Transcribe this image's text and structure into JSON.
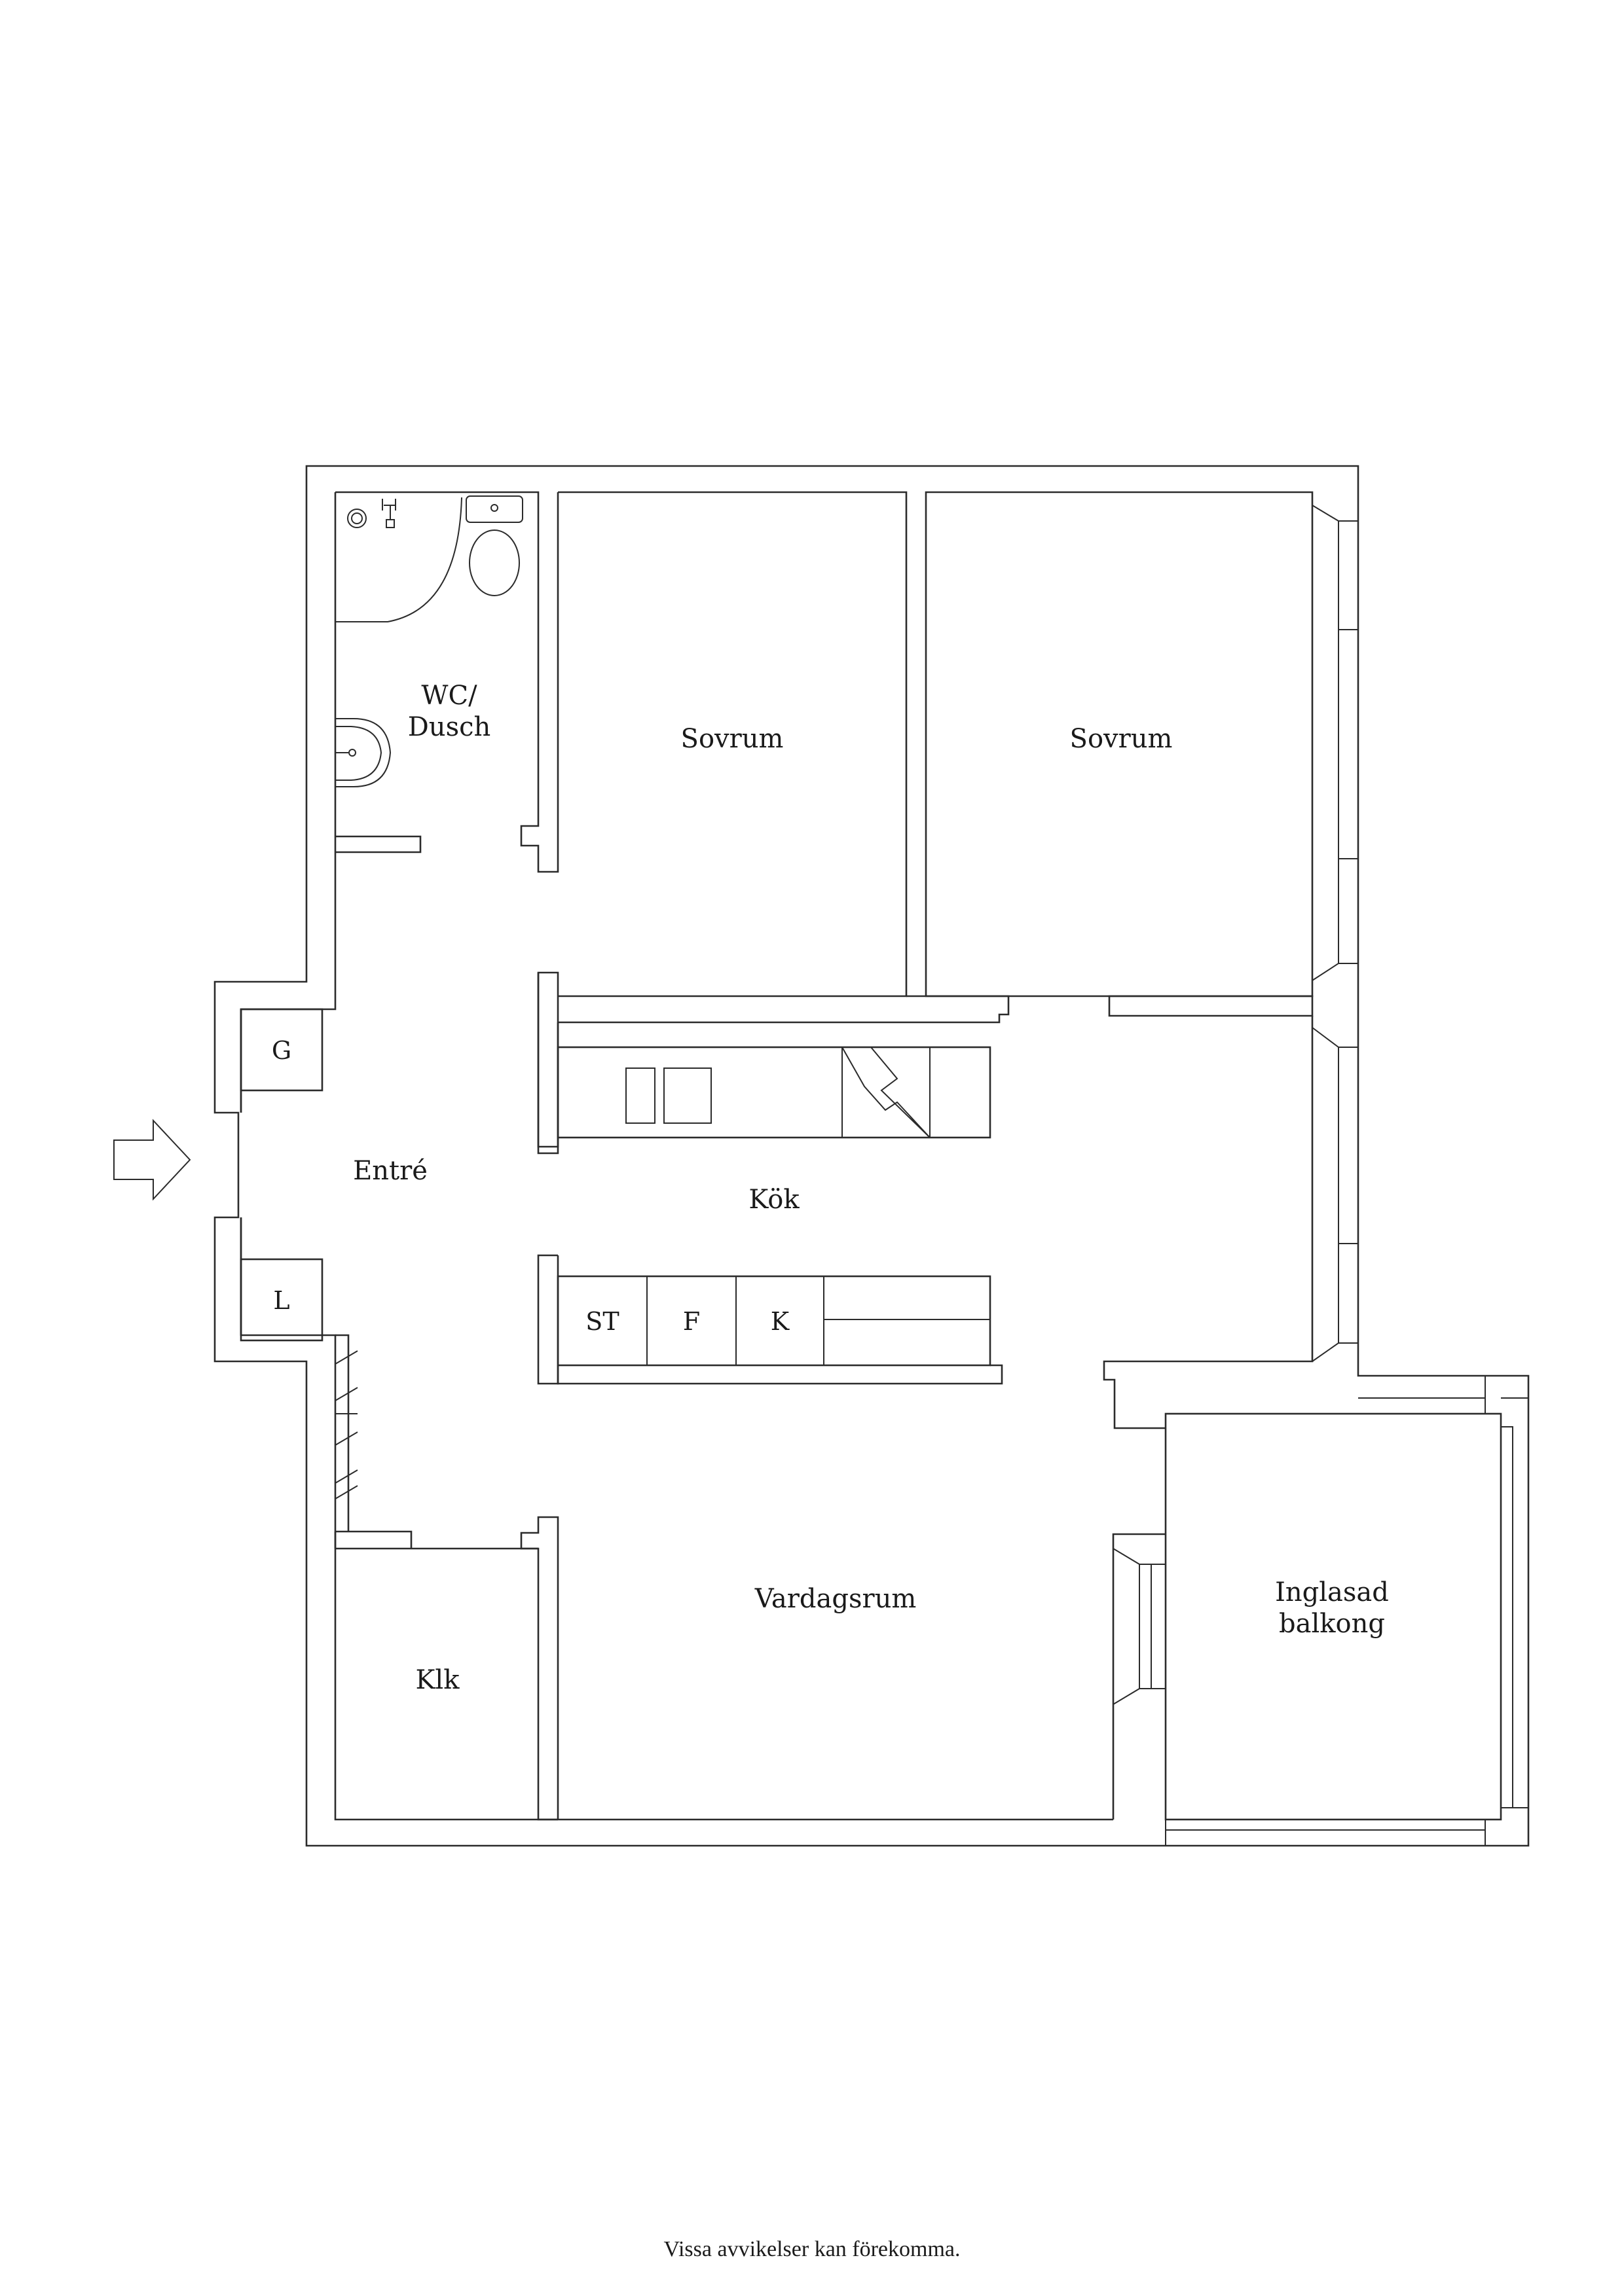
{
  "rooms": {
    "wc_line1": "WC/",
    "wc_line2": "Dusch",
    "sovrum_1": "Sovrum",
    "sovrum_2": "Sovrum",
    "entre": "Entré",
    "kok": "Kök",
    "vardagsrum": "Vardagsrum",
    "klk": "Klk",
    "balkong_line1": "Inglasad",
    "balkong_line2": "balkong"
  },
  "fixtures": {
    "g": "G",
    "l": "L",
    "st": "ST",
    "f": "F",
    "k": "K"
  },
  "footer": "Vissa avvikelser kan förekomma."
}
